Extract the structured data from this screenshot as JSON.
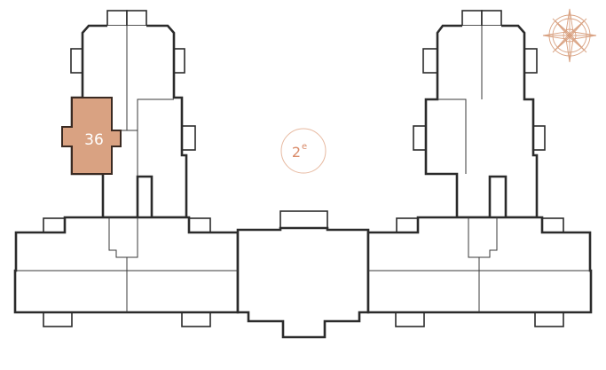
{
  "floor": {
    "number": "2",
    "suffix": "e"
  },
  "selected_unit": {
    "label": "36",
    "fill_color": "#d9a282"
  },
  "colors": {
    "accent": "#d9a282",
    "floor_text": "#d98a68",
    "walls": "#2b2b2b"
  },
  "icons": {
    "compass": "compass-rose-icon"
  }
}
